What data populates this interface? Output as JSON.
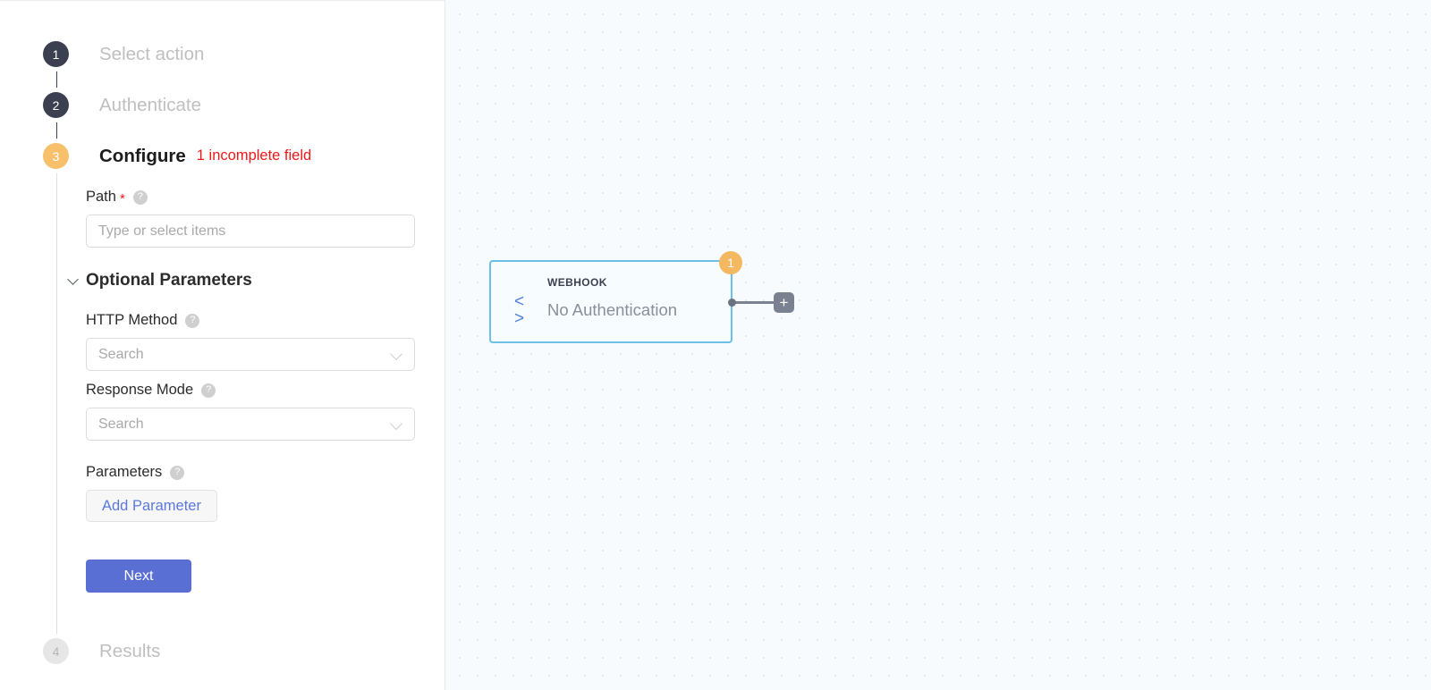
{
  "stepper": {
    "steps": [
      {
        "number": "1",
        "label": "Select action",
        "state": "done"
      },
      {
        "number": "2",
        "label": "Authenticate",
        "state": "done"
      },
      {
        "number": "3",
        "label": "Configure",
        "state": "active",
        "sublabel": "1 incomplete field"
      },
      {
        "number": "4",
        "label": "Results",
        "state": "pending"
      }
    ]
  },
  "form": {
    "path": {
      "label": "Path",
      "required_marker": "*",
      "help_glyph": "?",
      "placeholder": "Type or select items",
      "value": ""
    },
    "optional_parameters": {
      "title": "Optional Parameters",
      "expanded": true
    },
    "http_method": {
      "label": "HTTP Method",
      "help_glyph": "?",
      "placeholder": "Search",
      "value": ""
    },
    "response_mode": {
      "label": "Response Mode",
      "help_glyph": "?",
      "placeholder": "Search",
      "value": ""
    },
    "parameters": {
      "label": "Parameters",
      "help_glyph": "?",
      "add_button_label": "Add Parameter"
    },
    "next_button_label": "Next"
  },
  "canvas": {
    "node": {
      "kind": "WEBHOOK",
      "title": "No Authentication",
      "icon_glyph": "< >",
      "badge": "1"
    },
    "add_node_glyph": "+"
  },
  "colors": {
    "accent_blue": "#5a6fd4",
    "step_dark": "#3a4050",
    "step_active": "#f7c16b",
    "error_red": "#f01717",
    "node_border": "#6cc0e8",
    "badge_orange": "#f4b860",
    "link_blue": "#5b79e0"
  }
}
